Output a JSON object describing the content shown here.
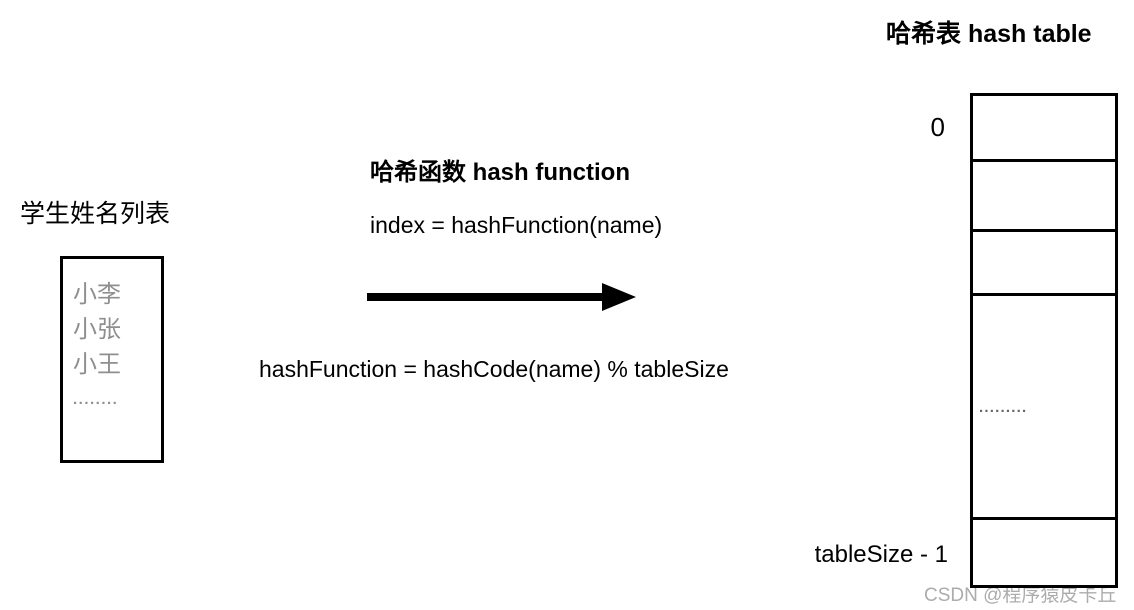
{
  "title": "哈希表 hash table",
  "student_list": {
    "label": "学生姓名列表",
    "names": [
      "小李",
      "小张",
      "小王"
    ],
    "ellipsis": "........"
  },
  "hash_function": {
    "heading": "哈希函数 hash function",
    "index_formula": "index = hashFunction(name)",
    "function_formula": "hashFunction = hashCode(name) % tableSize"
  },
  "hash_table": {
    "first_index_label": "0",
    "last_index_label": "tableSize - 1",
    "ellipsis": "........."
  },
  "watermark": "CSDN @程序猿皮卡丘",
  "colors": {
    "text": "#000000",
    "muted_gray": "#8f8f8f",
    "dots_gray": "#666666",
    "watermark_gray": "#acacac",
    "background": "#ffffff"
  }
}
